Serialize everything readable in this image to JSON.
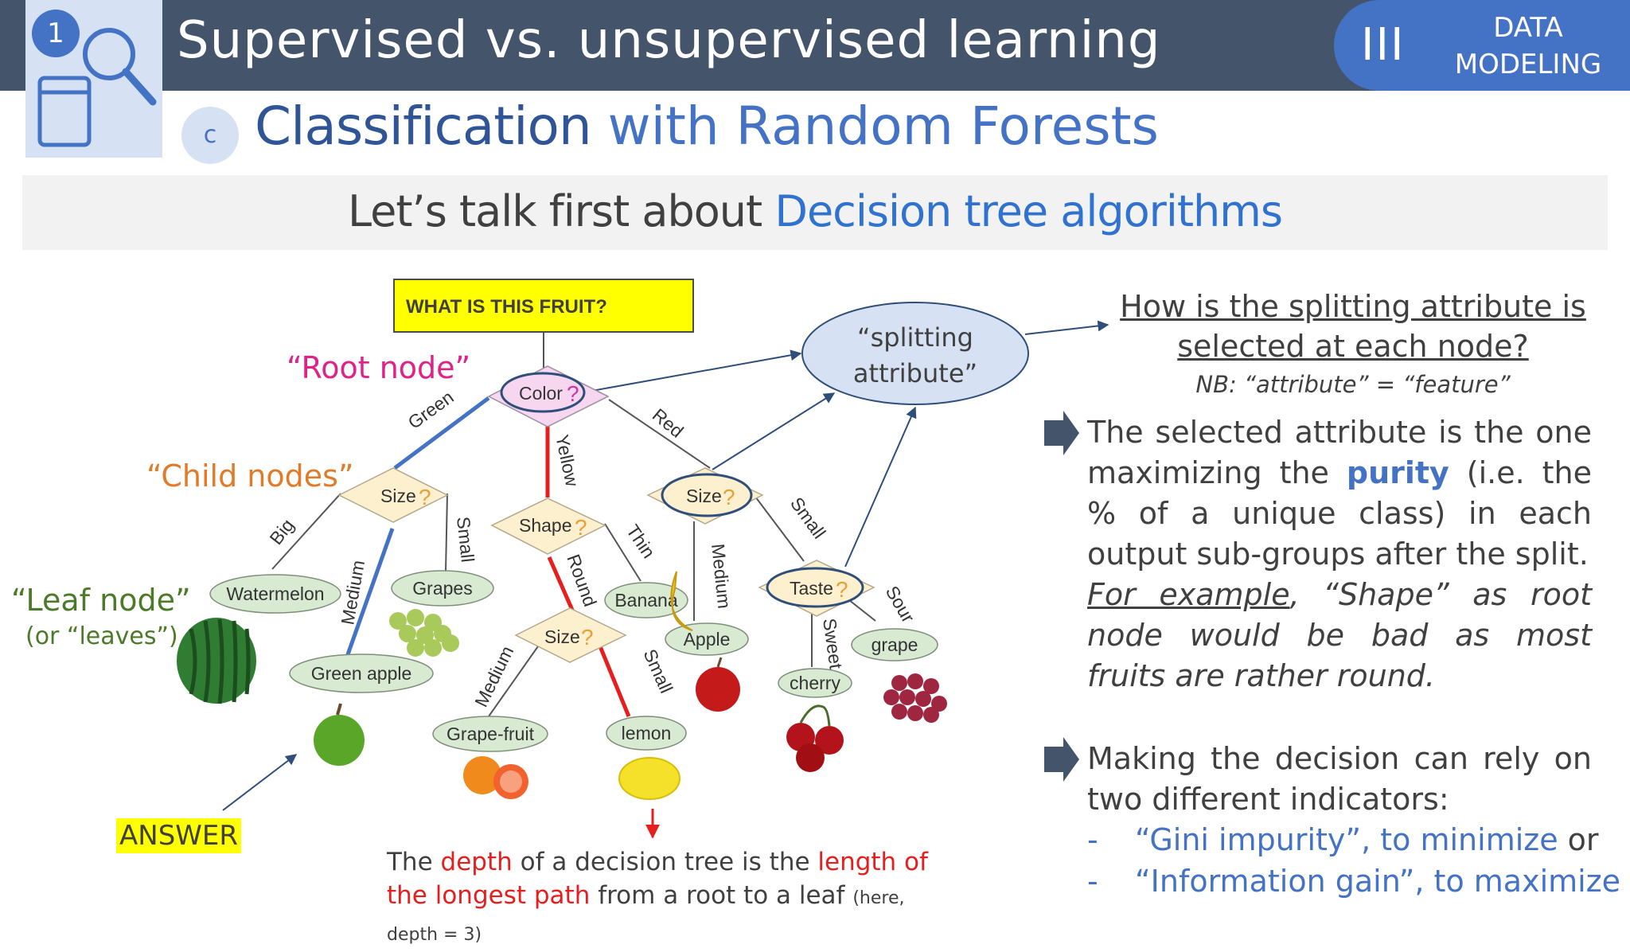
{
  "header": {
    "chapter_number": "1",
    "title": "Supervised vs. unsupervised learning",
    "section_roman": "III",
    "section_label": "DATA MODELING"
  },
  "subheader": {
    "letter": "c",
    "title_strong": "Classification",
    "title_rest": " with Random Forests"
  },
  "banner": {
    "prefix": "Let’s talk first about ",
    "highlight": "Decision tree algorithms"
  },
  "diagram": {
    "question_box": "WHAT IS THIS FRUIT?",
    "root_label": "“Root node”",
    "child_label": "“Child nodes”",
    "leaf_label": "“Leaf node”",
    "leaf_sublabel": "(or “leaves”)",
    "splitting_attribute_l1": "“splitting",
    "splitting_attribute_l2": "attribute”",
    "answer_label": "ANSWER",
    "nodes": {
      "color": "Color",
      "size_green": "Size",
      "shape": "Shape",
      "size_red": "Size",
      "size_round": "Size",
      "taste": "Taste",
      "question_mark": "?"
    },
    "leaves": {
      "watermelon": "Watermelon",
      "grapes": "Grapes",
      "green_apple": "Green apple",
      "banana": "Banana",
      "apple": "Apple",
      "grapefruit": "Grape-fruit",
      "lemon": "lemon",
      "cherry": "cherry",
      "grape": "grape"
    },
    "edges": {
      "green": "Green",
      "yellow": "Yellow",
      "red": "Red",
      "big": "Big",
      "medium1": "Medium",
      "small1": "Small",
      "round": "Round",
      "thin": "Thin",
      "medium2": "Medium",
      "small2": "Small",
      "medium3": "Medium",
      "small3": "Small",
      "sweet": "Sweet",
      "sour": "Sour"
    },
    "caption": {
      "p1": "The ",
      "depth": "depth",
      "p2": " of a decision tree is the ",
      "length": "length of the longest path",
      "p3": " from a root to a leaf ",
      "note": "(here, depth = 3)"
    }
  },
  "right": {
    "question_l1": "How is the splitting attribute is",
    "question_l2": "selected at each node?",
    "nb": "NB: “attribute” = “feature”",
    "para1_a": "The selected attribute is the one maximizing the ",
    "para1_purity": "purity",
    "para1_b": " (i.e. the % of a unique class) in each output sub-groups after the split.",
    "example_label": "For example",
    "example_text": ", “Shape” as root node would be bad as most fruits are rather round.",
    "para2": "Making the decision can rely on two different indicators:",
    "bullet_dash": "-",
    "bullet1_blue": "“Gini impurity”, to minimize",
    "bullet1_rest": " or",
    "bullet2_blue": "“Information gain”, to maximize"
  },
  "colors": {
    "header_bg": "#44546a",
    "accent_blue": "#4472c4",
    "leaf_fill": "#d9ead3",
    "diamond_fill": "#fdf0cf",
    "root_diamond_fill": "#f6d7ef",
    "highlight_yellow": "#ffff00",
    "edge_red": "#e61e1e"
  }
}
